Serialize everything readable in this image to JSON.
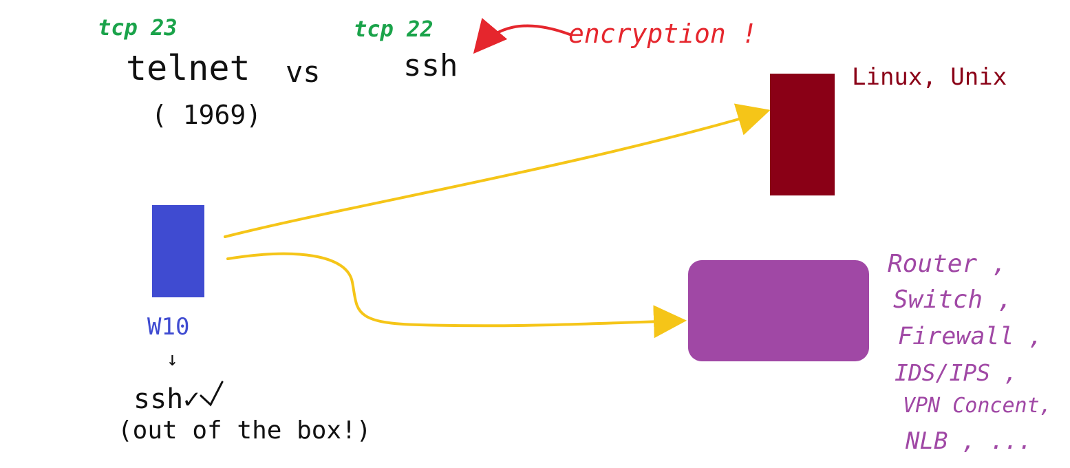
{
  "annotations": {
    "telnet_port": "tcp 23",
    "ssh_port": "tcp 22",
    "encryption_note": "encryption !",
    "telnet": "telnet",
    "versus": "vs",
    "ssh": "ssh",
    "telnet_year": "( 1969)"
  },
  "nodes": {
    "linux_label": "Linux, Unix",
    "w10_label": "W10",
    "down_arrow": "↓",
    "ssh_check": "ssh✓",
    "out_of_box": "(out of the box!)",
    "network_devices": [
      "Router ,",
      "Switch ,",
      "Firewall ,",
      "IDS/IPS ,",
      "VPN Concent,",
      "NLB , ..."
    ]
  },
  "colors": {
    "green": "#1aa34a",
    "red": "#e5262d",
    "yellow": "#f5c518",
    "blue": "#3f4bd1",
    "maroon": "#8a0016",
    "purple": "#a048a5"
  }
}
